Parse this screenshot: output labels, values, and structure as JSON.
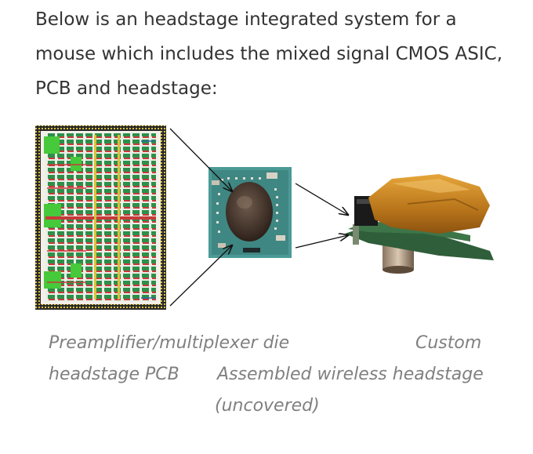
{
  "intro": {
    "text": "Below is an headstage integrated system for a mouse which includes the mixed signal CMOS ASIC, PCB and headstage:"
  },
  "captions": {
    "die": "Preamplifier/multiplexer die",
    "pcb": "headstage PCB",
    "assembled_line1": "Assembled wireless headstage",
    "assembled_line2": "(uncovered)",
    "custom": "Custom"
  },
  "colors": {
    "text": "#333333",
    "caption": "#808080",
    "die_green": "#2fa84a",
    "pcb_teal": "#3f8f8c",
    "kapton_amber": "#c98a1f"
  }
}
